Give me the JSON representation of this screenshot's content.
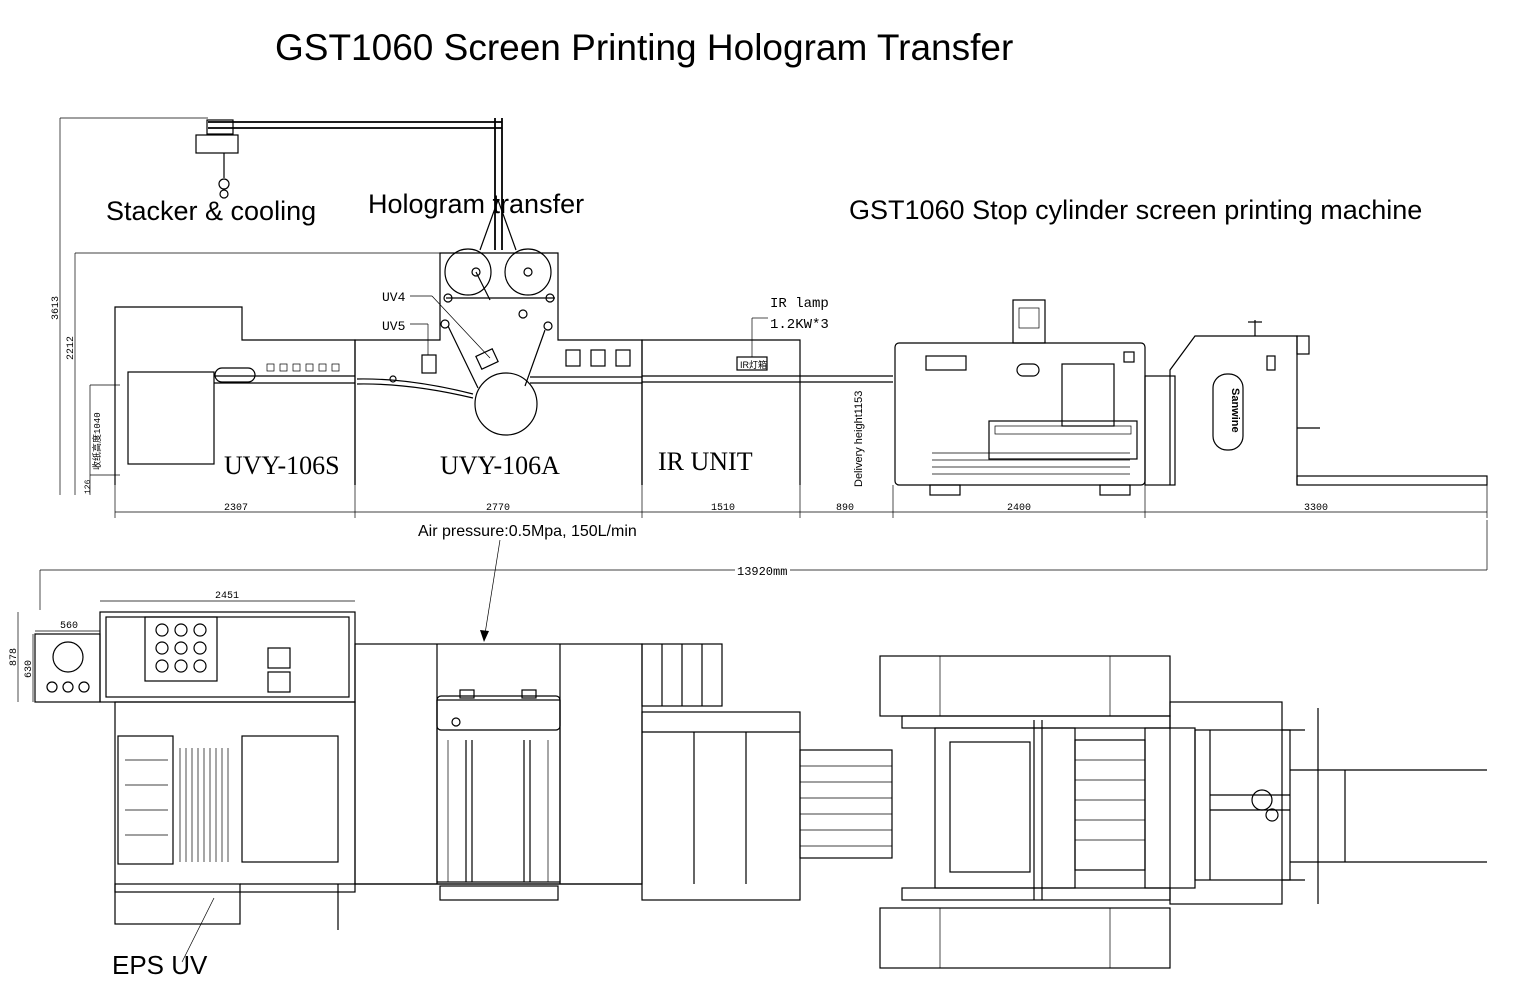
{
  "title": "GST1060 Screen Printing Hologram Transfer",
  "section_labels": {
    "stacker": "Stacker & cooling",
    "hologram": "Hologram transfer",
    "printer": "GST1060 Stop cylinder screen printing machine"
  },
  "callouts": {
    "uv4": "UV4",
    "uv5": "UV5",
    "ir_lamp": "IR lamp",
    "ir_power": "1.2KW*3",
    "air": "Air pressure:0.5Mpa, 150L/min",
    "eps_uv": "EPS UV",
    "delivery_height": "Delivery height1153",
    "ir_box": "IR灯箱",
    "brand_mark": "Sanwine"
  },
  "unit_names": {
    "uvy106s": "UVY-106S",
    "uvy106a": "UVY-106A",
    "ir_unit": "IR UNIT"
  },
  "dimensions": {
    "h3613": "3613",
    "h2212": "2212",
    "h1040": "收纸高度1040",
    "h126": "126",
    "w2307": "2307",
    "w2770": "2770",
    "w1510": "1510",
    "w890": "890",
    "w2400": "2400",
    "w3300": "3300",
    "total": "13920mm",
    "w2451": "2451",
    "w560": "560",
    "h878": "878",
    "h630": "630"
  }
}
